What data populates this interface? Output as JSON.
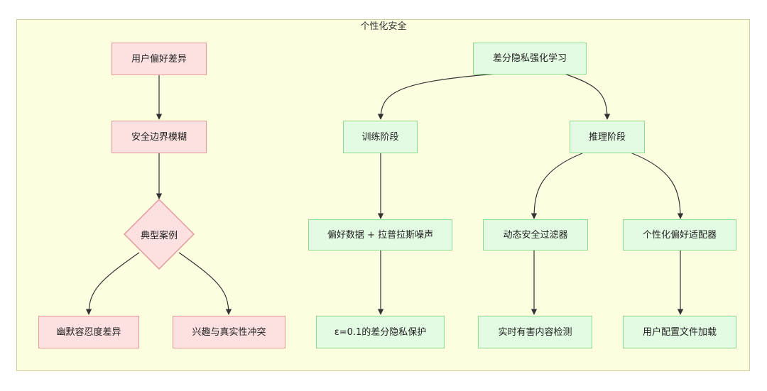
{
  "diagram": {
    "cluster_title": "个性化安全",
    "nodes": {
      "user_pref_diff": "用户偏好差异",
      "safety_boundary_blur": "安全边界模糊",
      "typical_cases": "典型案例",
      "humor_tolerance_diff": "幽默容忍度差异",
      "interest_truth_conflict": "兴趣与真实性冲突",
      "dp_rl": "差分隐私强化学习",
      "training_stage": "训练阶段",
      "inference_stage": "推理阶段",
      "pref_data_laplace": "偏好数据 + 拉普拉斯噪声",
      "dp_protection": "ε=0.1的差分隐私保护",
      "dynamic_filter": "动态安全过滤器",
      "realtime_detection": "实时有害内容检测",
      "personal_adapter": "个性化偏好适配器",
      "profile_loading": "用户配置文件加载"
    },
    "edges": [
      [
        "user_pref_diff",
        "safety_boundary_blur"
      ],
      [
        "safety_boundary_blur",
        "typical_cases"
      ],
      [
        "typical_cases",
        "humor_tolerance_diff"
      ],
      [
        "typical_cases",
        "interest_truth_conflict"
      ],
      [
        "dp_rl",
        "training_stage"
      ],
      [
        "dp_rl",
        "inference_stage"
      ],
      [
        "training_stage",
        "pref_data_laplace"
      ],
      [
        "pref_data_laplace",
        "dp_protection"
      ],
      [
        "inference_stage",
        "dynamic_filter"
      ],
      [
        "inference_stage",
        "personal_adapter"
      ],
      [
        "dynamic_filter",
        "realtime_detection"
      ],
      [
        "personal_adapter",
        "profile_loading"
      ]
    ],
    "colors": {
      "cluster_fill": "#fefee0",
      "red_fill": "#fde0e0",
      "red_border": "#e39a9a",
      "green_fill": "#e3fbe3",
      "green_border": "#8fdc8f",
      "edge": "#333333"
    }
  }
}
